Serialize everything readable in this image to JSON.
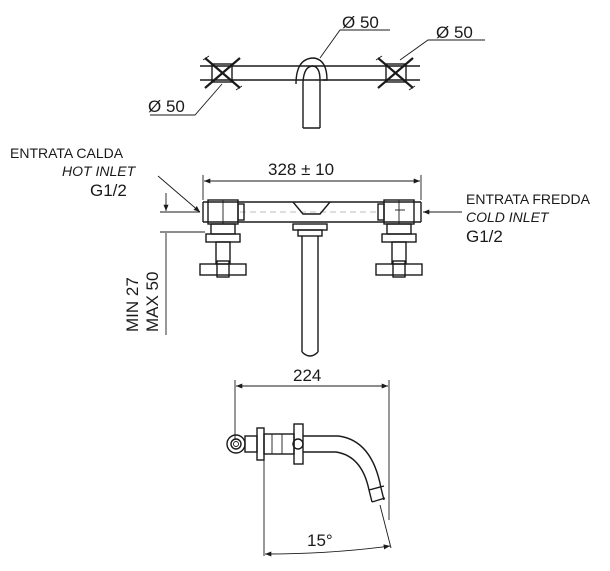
{
  "top_view": {
    "diameter_center": "Ø 50",
    "diameter_right": "Ø 50",
    "diameter_left": "Ø 50"
  },
  "front_view": {
    "width_dimension": "328 ± 10",
    "hot_inlet": {
      "line1": "ENTRATA CALDA",
      "line2": "HOT INLET",
      "line3": "G1/2"
    },
    "cold_inlet": {
      "line1": "ENTRATA FREDDA",
      "line2": "COLD INLET",
      "line3": "G1/2"
    },
    "depth_min": "MIN  27",
    "depth_max": "MAX  50"
  },
  "side_view": {
    "length_dimension": "224",
    "angle": "15°"
  }
}
